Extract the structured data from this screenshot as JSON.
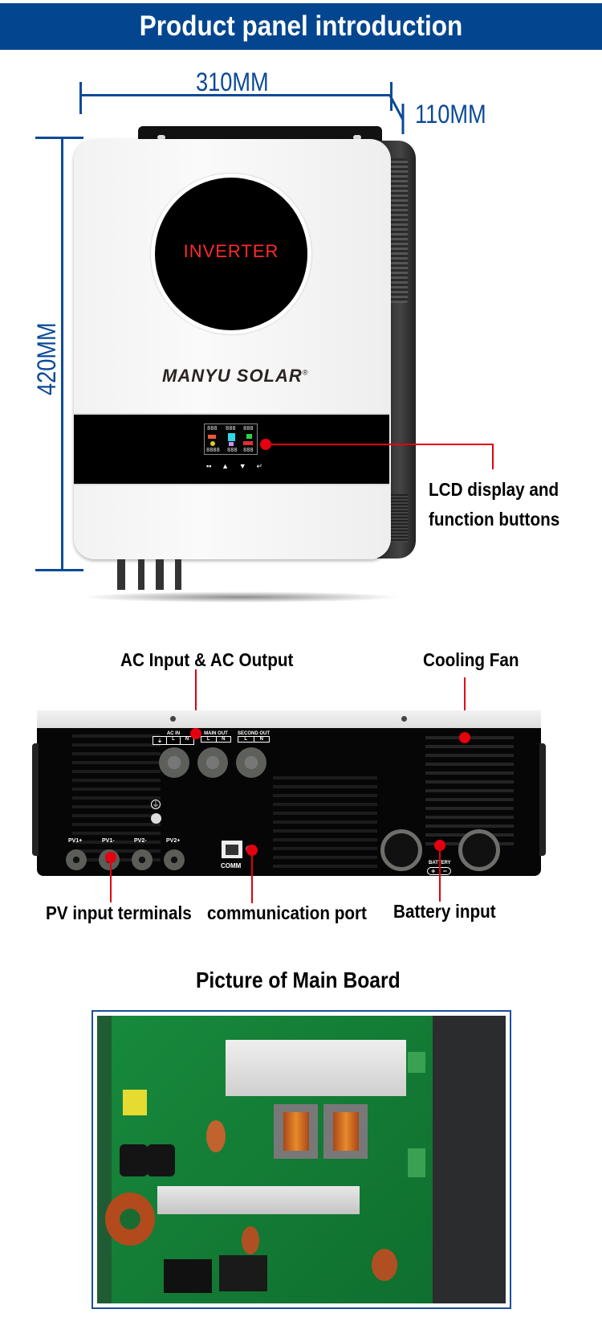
{
  "header": {
    "title": "Product panel introduction"
  },
  "dimensions": {
    "width": "310MM",
    "depth": "110MM",
    "height": "420MM"
  },
  "front_panel": {
    "circle_display_text": "INVERTER",
    "brand": "MANYU SOLAR",
    "brand_mark": "®",
    "lcd_readouts": [
      "888",
      "888",
      "888",
      "8888",
      "888",
      "888"
    ],
    "buttons": [
      "menu-icon",
      "up-icon",
      "down-icon",
      "enter-icon"
    ],
    "callout": {
      "line1": "LCD display and",
      "line2": "function buttons"
    }
  },
  "rear_panel": {
    "callouts": {
      "ac": "AC Input & AC Output",
      "fan": "Cooling Fan",
      "pv": "PV input terminals",
      "comm": "communication port",
      "battery": "Battery input"
    },
    "terminal_groups": [
      {
        "name": "AC IN",
        "pins": [
          "⏚",
          "L",
          "N"
        ]
      },
      {
        "name": "MAIN OUT",
        "pins": [
          "L",
          "N"
        ]
      },
      {
        "name": "SECOND OUT",
        "pins": [
          "L",
          "N"
        ]
      }
    ],
    "pv_labels": [
      "PV1+",
      "PV1-",
      "PV2-",
      "PV2+"
    ],
    "comm_label": "COMM",
    "battery_label": "BATTERY",
    "battery_pins": [
      "+",
      "−"
    ]
  },
  "mainboard": {
    "title": "Picture of Main Board"
  },
  "colors": {
    "brand_blue": "#03468f",
    "callout_red": "#e3000f",
    "lcd_red": "#ff2a2a"
  }
}
